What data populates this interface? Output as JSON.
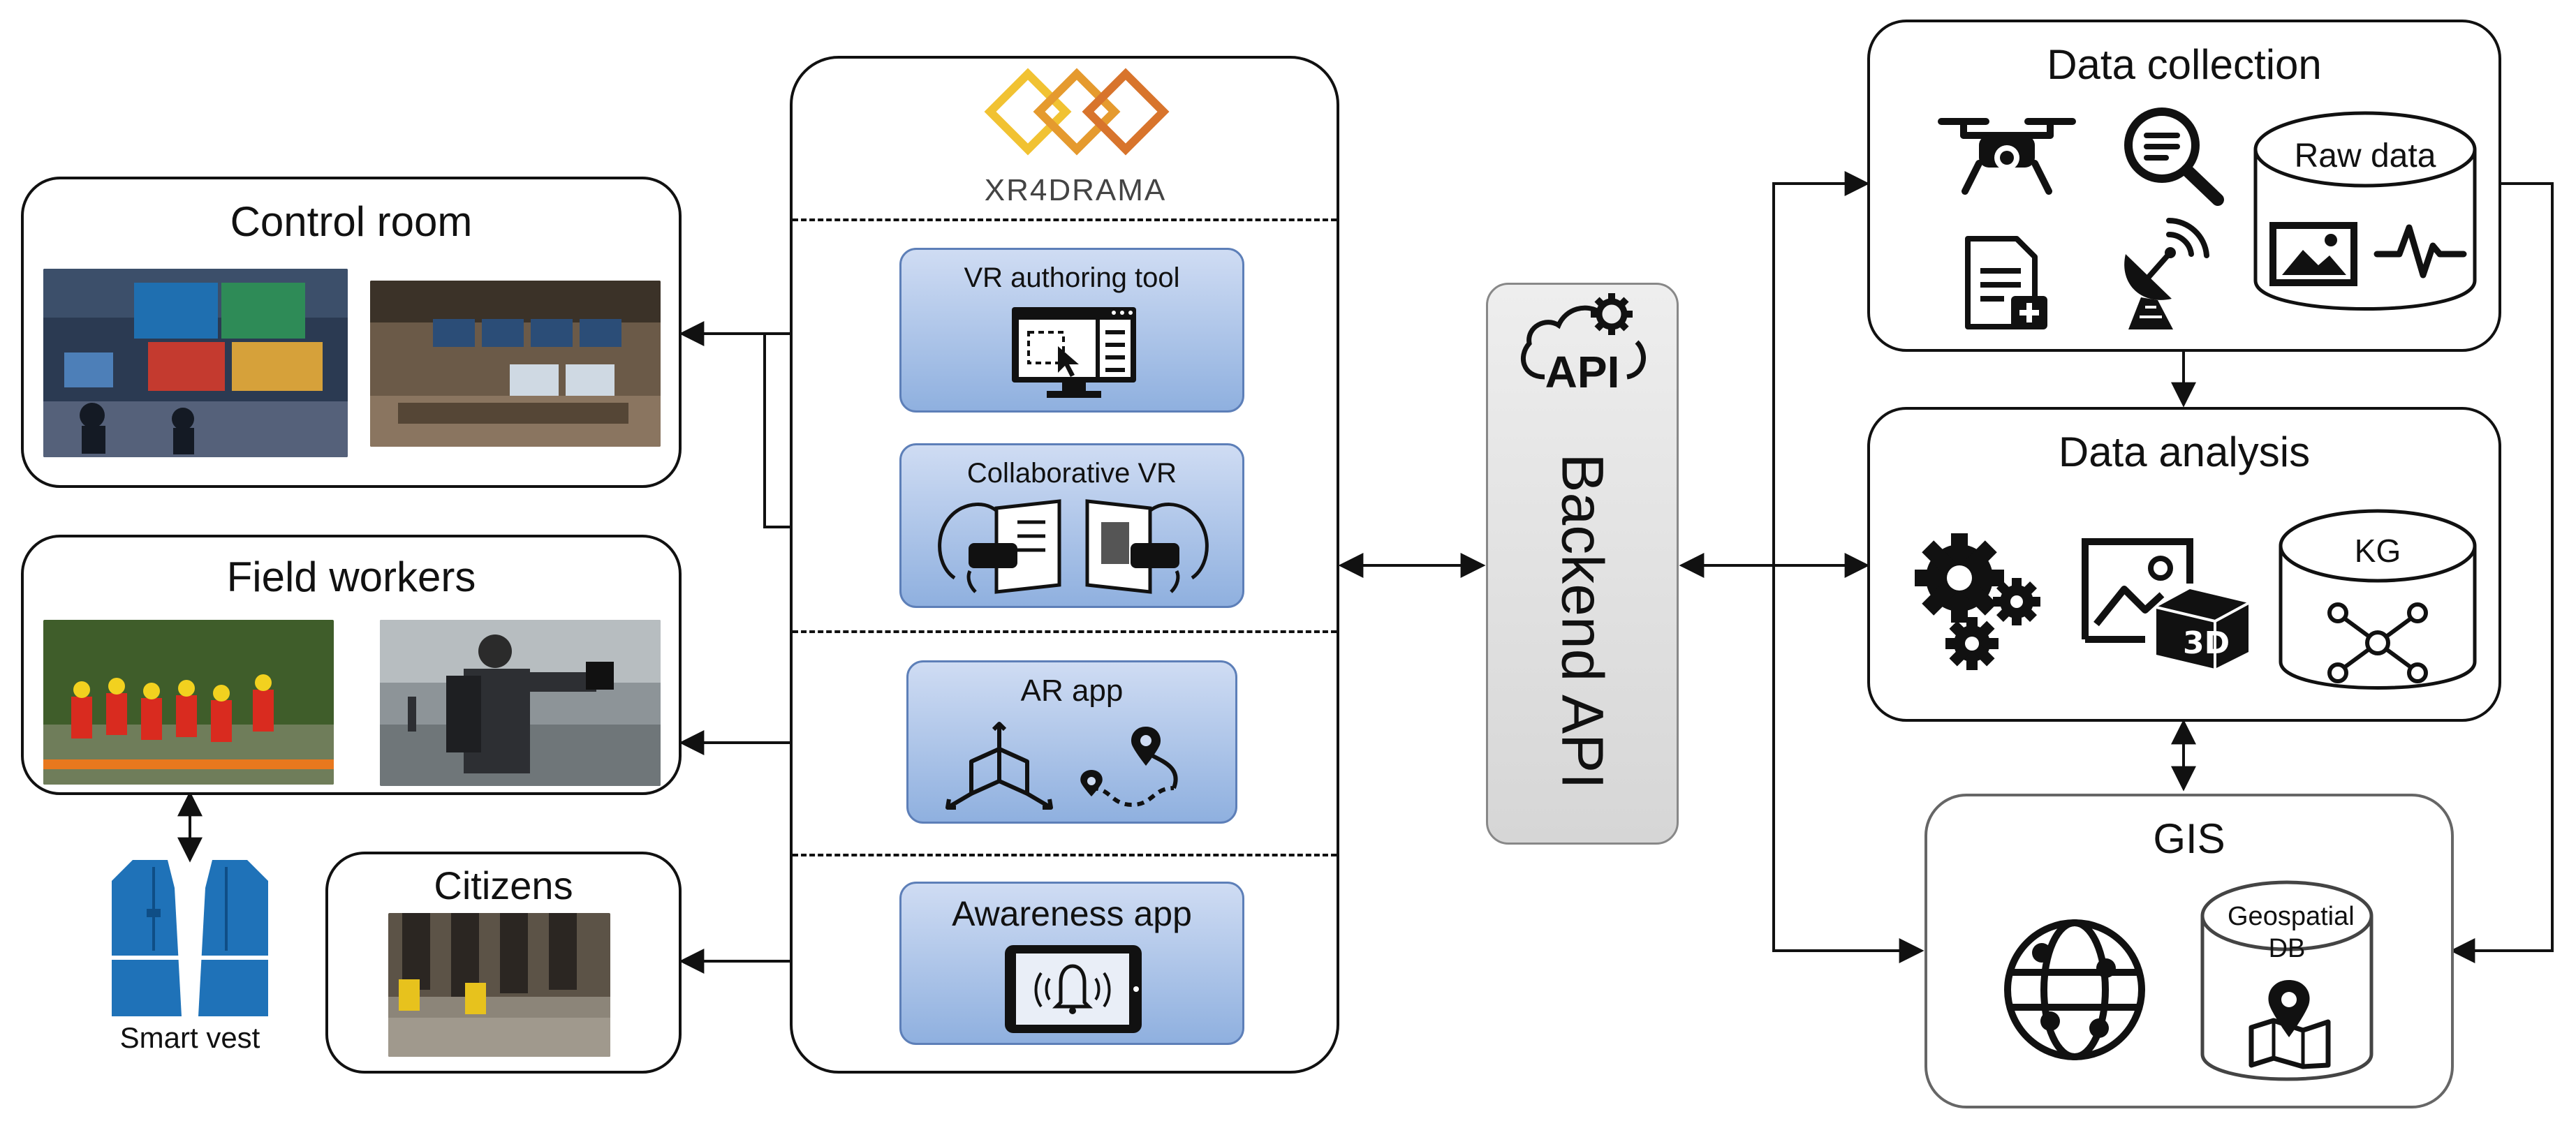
{
  "stakeholders": {
    "control_room": {
      "title": "Control room"
    },
    "field_workers": {
      "title": "Field workers"
    },
    "citizens": {
      "title": "Citizens"
    },
    "smart_vest": {
      "label": "Smart vest"
    }
  },
  "platform": {
    "logo_text": "XR4DRAMA",
    "tools": [
      {
        "label": "VR authoring tool",
        "icon": "monitor-cursor-icon"
      },
      {
        "label": "Collaborative VR",
        "icon": "vr-headset-users-icon"
      },
      {
        "label": "AR app",
        "icon": "ar-cube-route-icon"
      },
      {
        "label": "Awareness app",
        "icon": "tablet-bell-icon"
      }
    ]
  },
  "backend": {
    "api_badge": "API",
    "label": "Backend API"
  },
  "data_side": {
    "collection": {
      "title": "Data collection",
      "raw_data_label": "Raw data",
      "icons": [
        "drone-icon",
        "search-document-icon",
        "add-document-icon",
        "satellite-dish-icon",
        "image-icon",
        "signal-icon"
      ]
    },
    "analysis": {
      "title": "Data analysis",
      "kg_label": "KG",
      "icons": [
        "gears-icon",
        "image-3d-icon",
        "graph-network-icon"
      ]
    },
    "gis": {
      "title": "GIS",
      "db_label": "Geospatial DB",
      "icons": [
        "globe-network-icon",
        "map-pin-icon"
      ]
    }
  }
}
